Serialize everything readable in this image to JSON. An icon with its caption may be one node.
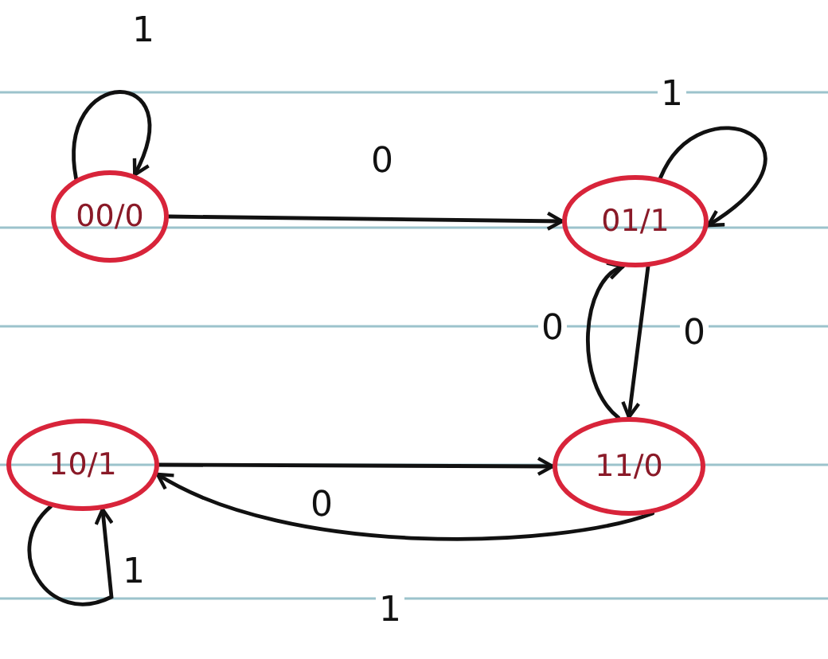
{
  "diagram": {
    "nodes": [
      {
        "text": [
          "00/0"
        ]
      },
      {
        "text": [
          "01/1"
        ]
      },
      {
        "text": [
          "10/1"
        ]
      },
      {
        "text": [
          "11/0"
        ]
      }
    ],
    "edges": [
      {
        "from": 0,
        "to": 0,
        "arrow": "to",
        "label": "1"
      },
      {
        "from": 0,
        "to": 1,
        "arrow": "to",
        "label": "0"
      },
      {
        "from": 1,
        "to": 1,
        "arrow": "to",
        "label": "1"
      },
      {
        "from": 1,
        "to": 3,
        "arrow": "to",
        "label": "0"
      },
      {
        "from": 3,
        "to": 1,
        "arrow": "to",
        "label": "0"
      },
      {
        "from": 2,
        "to": 3,
        "arrow": "to",
        "label": "0"
      },
      {
        "from": 3,
        "to": 2,
        "arrow": "to",
        "label": "1"
      },
      {
        "from": 2,
        "to": 2,
        "arrow": "to",
        "label": "1"
      }
    ]
  }
}
